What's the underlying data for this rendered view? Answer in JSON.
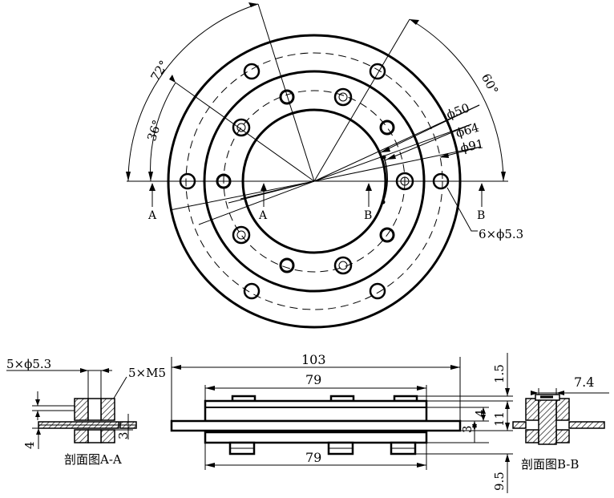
{
  "top_view": {
    "angle_72": "72°",
    "angle_36": "36°",
    "angle_60": "60°",
    "dia_50": "ϕ50",
    "dia_64": "ϕ64",
    "dia_91": "ϕ91",
    "holes_label": "6×ϕ5.3",
    "section_a_left": "A",
    "section_a_right": "A",
    "section_b_left": "B",
    "section_b_right": "B"
  },
  "front_view": {
    "overall_width": "103",
    "upper_width": "79",
    "lower_width": "79",
    "dim_1_5": "1.5",
    "dim_4": "4",
    "dim_11": "11",
    "dim_3": "3",
    "dim_9_5": "9.5"
  },
  "section_aa": {
    "holes_label": "5×ϕ5.3",
    "threads_label": "5×M5",
    "dim_4": "4",
    "dim_3": "3",
    "caption": "剖面图A-A"
  },
  "section_bb": {
    "dim_7_4": "7.4",
    "caption": "剖面图B-B"
  }
}
